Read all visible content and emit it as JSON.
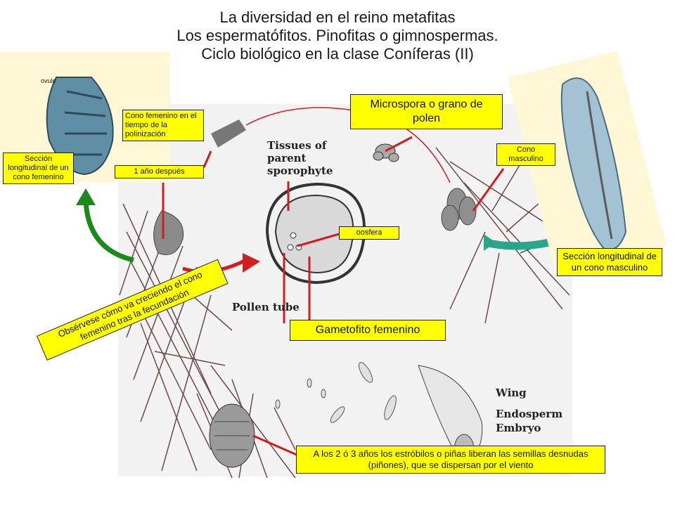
{
  "title": {
    "line1": "La diversidad en el reino metafitas",
    "line2": "Los espermatófitos. Pinofitas o gimnospermas.",
    "line3": "Ciclo biológico en la clase Coníferas (II)"
  },
  "figure": {
    "printed_terms": {
      "ovule": "ovule",
      "tissues": "Tissues of parent sporophyte",
      "pollen_tube": "Pollen tube",
      "wing": "Wing",
      "endosperm": "Endosperm",
      "embryo": "Embryo"
    }
  },
  "labels": {
    "cono_femenino_polinizacion": "Cono femenino en el tiempo de la polinización",
    "un_ano": "1 año después",
    "seccion_femenino": "Sección longitudinal de un cono femenino",
    "microspora": "Microspora o grano de polen",
    "cono_masculino": "Cono masculino",
    "oosfera": "oosfera",
    "seccion_masculino": "Sección longitudinal de un cono masculino",
    "gametofito": "Gametofito femenino",
    "observese": "Obsérvese cómo va creciendo el cono femenino tras la fecundación",
    "semillas": "A los 2 ó 3 años los estróbilos o piñas liberan las semillas desnudas (piñones), que se dispersan por el viento"
  },
  "colors": {
    "label_bg": "#ffff00",
    "arrow_red": "#d11f1f",
    "arrow_green": "#1a8a1a",
    "arrow_teal": "#2aa58a",
    "panel_bg": "#fff7d6"
  }
}
